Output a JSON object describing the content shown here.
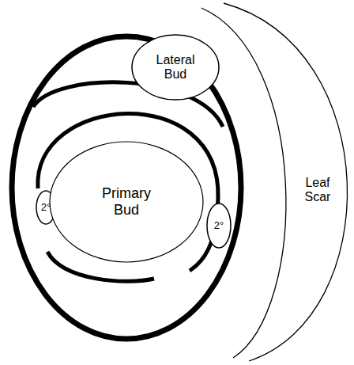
{
  "diagram": {
    "nodes": [
      {
        "text": [
          "Lateral Bud"
        ]
      },
      {
        "text": [
          "2°"
        ]
      },
      {
        "text": [
          "Primary Bud"
        ]
      },
      {
        "text": [
          "2°"
        ]
      },
      {
        "text": [
          "Leaf Scar"
        ]
      }
    ]
  }
}
